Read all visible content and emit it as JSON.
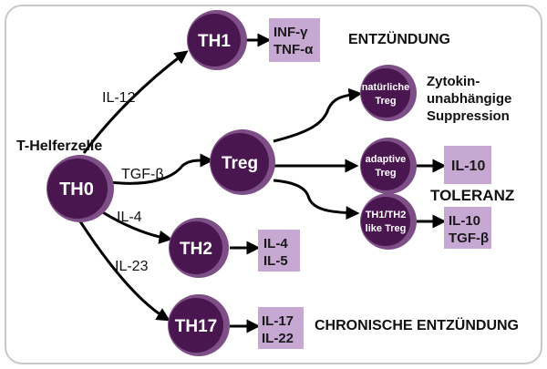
{
  "colors": {
    "cell_dark": "#4a1650",
    "cell_light": "#7e4f86",
    "box_fill": "#c7a8d3",
    "frame": "#c8c8c8"
  },
  "cells": {
    "th0": "TH0",
    "th1": "TH1",
    "treg": "Treg",
    "th2": "TH2",
    "th17": "TH17",
    "natural_treg": [
      "natürliche",
      "Treg"
    ],
    "adaptive_treg": [
      "adaptive",
      "Treg"
    ],
    "th1th2_treg": [
      "TH1/TH2",
      "like Treg"
    ]
  },
  "labels": {
    "t_helper": "T-Helferzelle",
    "il12": "IL-12",
    "tgf_beta": "TGF-β",
    "il4": "IL-4",
    "il23": "IL-23"
  },
  "boxes": {
    "th1_cytokines": [
      "INF-γ",
      "TNF-α"
    ],
    "th2_cytokines": [
      "IL-4",
      "IL-5"
    ],
    "th17_cytokines": [
      "IL-17",
      "IL-22"
    ],
    "adaptive_cytokines": [
      "IL-10"
    ],
    "th1th2_cytokines": [
      "IL-10",
      "TGF-β"
    ]
  },
  "headings": {
    "inflammation": "ENTZÜNDUNG",
    "cytokine_independent": [
      "Zytokin-",
      "unabhängige",
      "Suppression"
    ],
    "tolerance": "TOLERANZ",
    "chronic": "CHRONISCHE ENTZÜNDUNG"
  }
}
